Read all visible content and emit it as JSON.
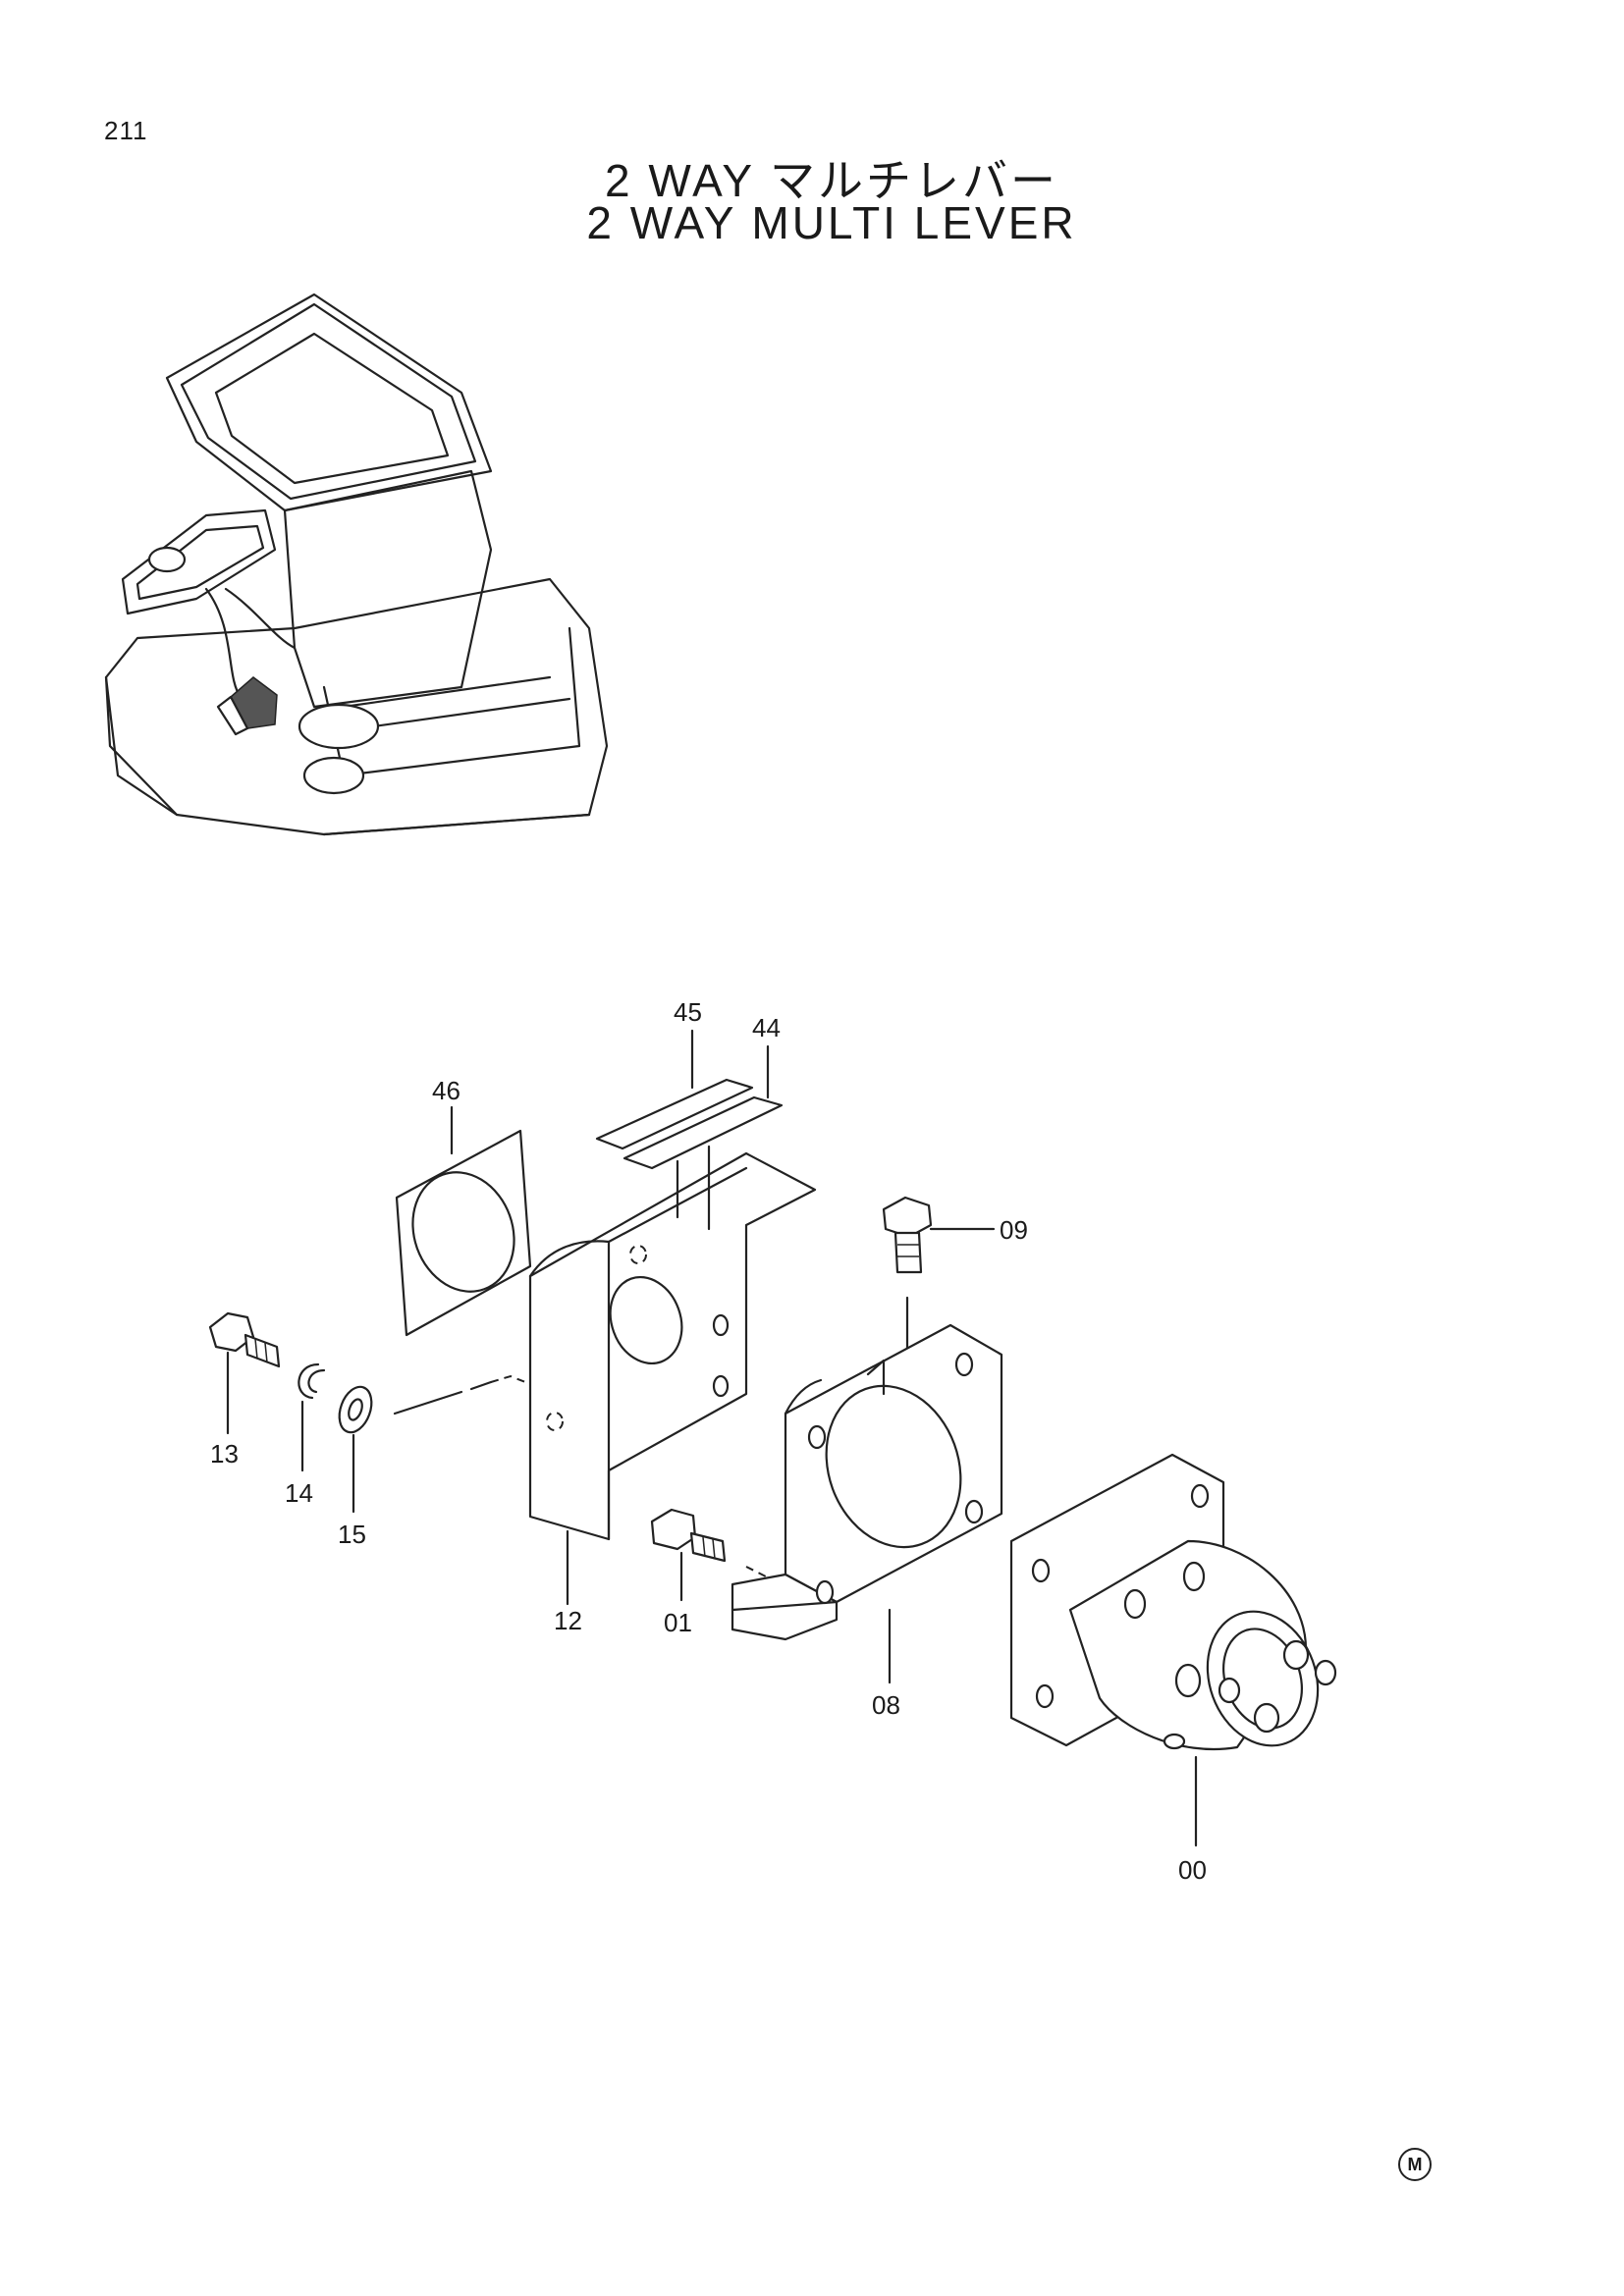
{
  "page_number": "211",
  "title_jp": "2 WAY マルチレバー",
  "title_en": "2 WAY MULTI LEVER",
  "part_labels": {
    "p45": "45",
    "p44": "44",
    "p46": "46",
    "p09": "09",
    "p13": "13",
    "p14": "14",
    "p15": "15",
    "p12": "12",
    "p01": "01",
    "p08": "08",
    "p00": "00"
  },
  "corner_mark": "M"
}
